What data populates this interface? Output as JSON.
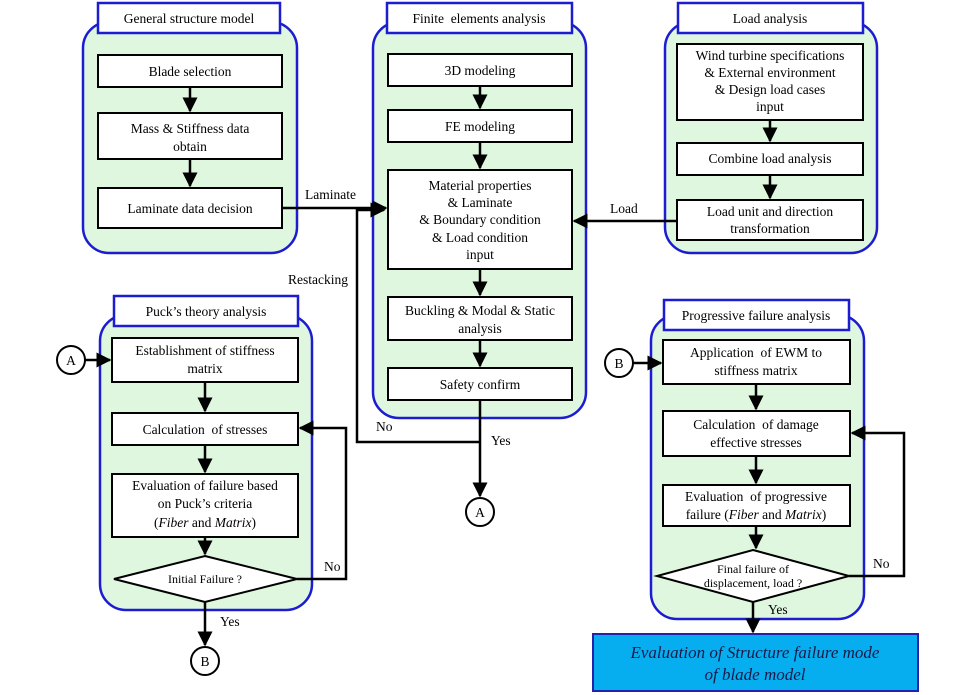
{
  "groups": {
    "general": "General structure model",
    "fea": "Finite  elements analysis",
    "load": "Load analysis",
    "puck": "Puck’s theory analysis",
    "progressive": "Progressive failure analysis"
  },
  "general": {
    "blade": "Blade selection",
    "mass": [
      "Mass & Stiffness data",
      "obtain"
    ],
    "laminate": "Laminate data decision"
  },
  "fea": {
    "modeling3d": "3D modeling",
    "fe": "FE modeling",
    "material": [
      "Material properties",
      "& Laminate",
      "& Boundary condition",
      "& Load condition",
      "input"
    ],
    "buckling": [
      "Buckling & Modal & Static",
      "analysis"
    ],
    "safety": "Safety confirm"
  },
  "load": {
    "specs": [
      "Wind turbine specifications",
      "& External environment",
      "& Design load cases",
      "input"
    ],
    "combine": "Combine load analysis",
    "unit": [
      "Load unit and direction",
      "transformation"
    ]
  },
  "puck": {
    "stiffness": [
      "Establishment of stiffness",
      "matrix"
    ],
    "stresses": "Calculation  of stresses",
    "evaluation": [
      "Evaluation of failure based",
      "on Puck’s criteria"
    ],
    "evaluation_fm": [
      "Fiber",
      "and",
      "Matrix"
    ],
    "decision": "Initial Failure ?"
  },
  "progressive": {
    "ewm": [
      "Application  of EWM to",
      "stiffness matrix"
    ],
    "damage": [
      "Calculation  of damage",
      "effective stresses"
    ],
    "evaluation": [
      "Evaluation  of progressive",
      "failure"
    ],
    "evaluation_fm": [
      "Fiber",
      "and",
      "Matrix"
    ],
    "decision": [
      "Final failure of",
      "displacement, load ?"
    ]
  },
  "final": [
    "Evaluation of Structure failure mode",
    "of blade model"
  ],
  "labels": {
    "laminate": "Laminate",
    "load": "Load",
    "restacking": "Restacking",
    "no1": "No",
    "yes1": "Yes",
    "no2": "No",
    "yes2": "Yes",
    "no3": "No",
    "yes3": "Yes"
  },
  "connectors": {
    "a": "A",
    "b": "B"
  },
  "colors": {
    "group_fill": "#dff7df",
    "group_border": "#1c1cd0",
    "final_fill": "#06aef0",
    "final_border": "#2222aa"
  }
}
